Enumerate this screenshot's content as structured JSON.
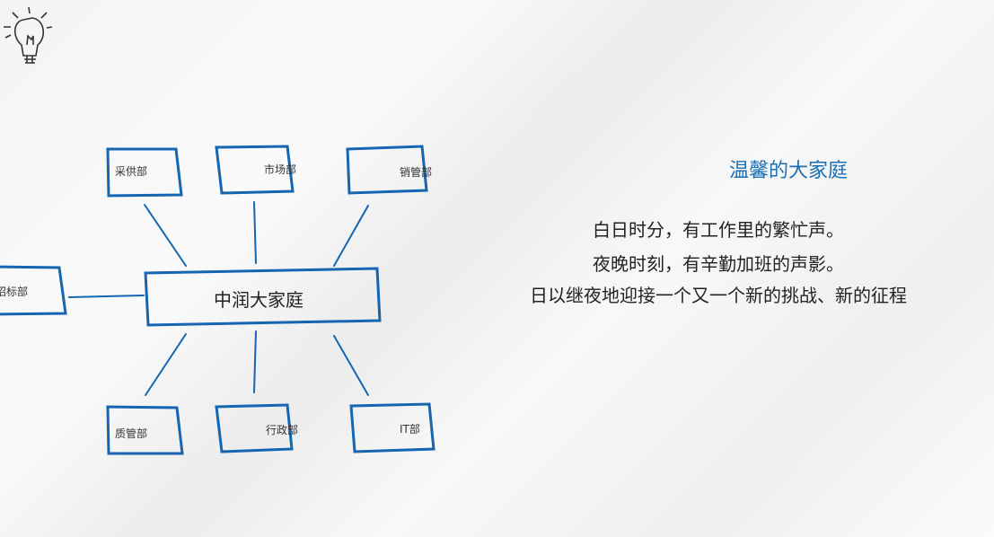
{
  "diagram": {
    "center": "中润大家庭",
    "departments": [
      "采供部",
      "市场部",
      "销管部",
      "招标部",
      "质管部",
      "行政部",
      "IT部"
    ]
  },
  "text_panel": {
    "title": "温馨的大家庭",
    "lines": [
      "白日时分，有工作里的繁忙声。",
      "夜晚时刻，有辛勤加班的声影。",
      "日以继夜地迎接一个又一个新的挑战、新的征程"
    ]
  },
  "colors": {
    "accent": "#1a6fb5",
    "box_stroke": "#1565b0"
  },
  "icons": [
    "lightbulb-icon"
  ]
}
